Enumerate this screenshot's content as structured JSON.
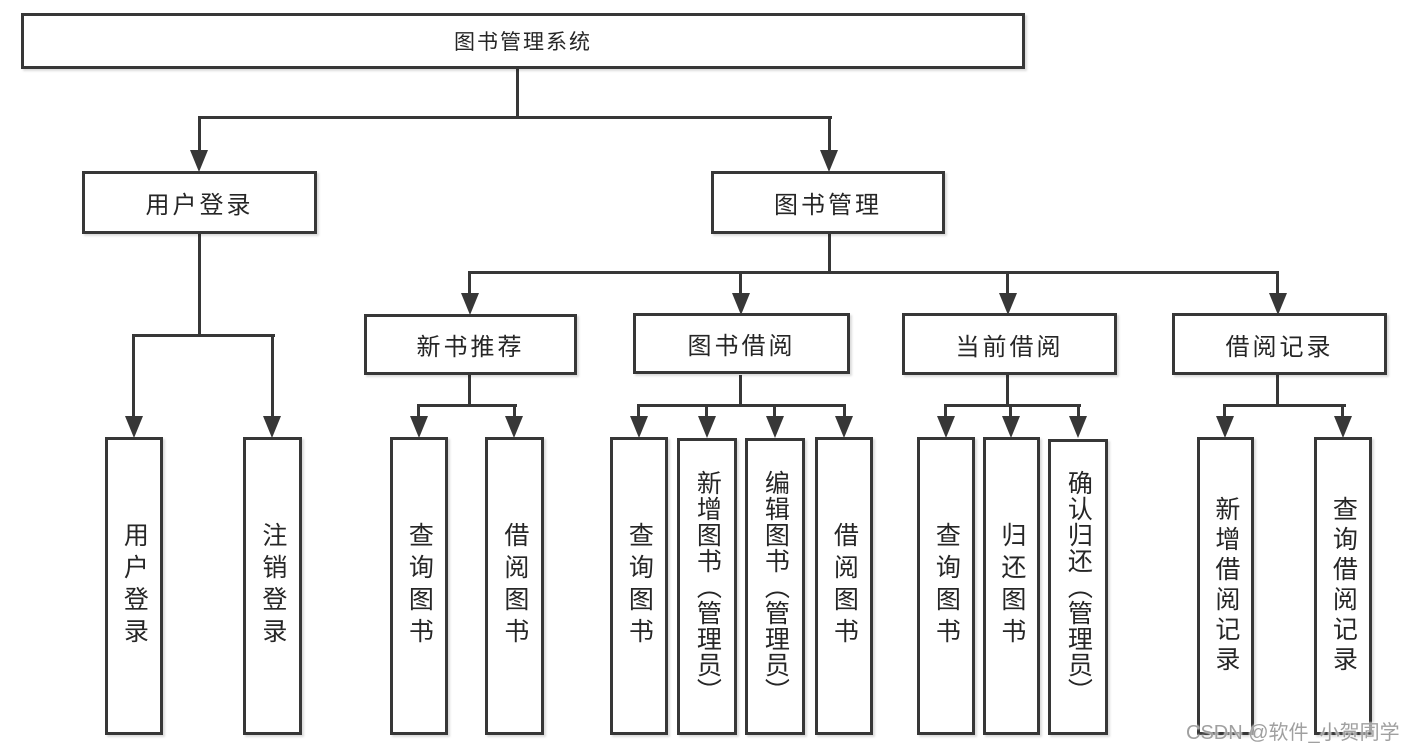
{
  "tree": {
    "root": {
      "label": "图书管理系统"
    },
    "branches": [
      {
        "label": "用户登录",
        "children": [
          {
            "label": "用户登录"
          },
          {
            "label": "注销登录"
          }
        ]
      },
      {
        "label": "图书管理",
        "children": [
          {
            "label": "新书推荐",
            "children": [
              {
                "label": "查询图书"
              },
              {
                "label": "借阅图书"
              }
            ]
          },
          {
            "label": "图书借阅",
            "children": [
              {
                "label": "查询图书"
              },
              {
                "label": "新增图书（管理员）"
              },
              {
                "label": "编辑图书（管理员）"
              },
              {
                "label": "借阅图书"
              }
            ]
          },
          {
            "label": "当前借阅",
            "children": [
              {
                "label": "查询图书"
              },
              {
                "label": "归还图书"
              },
              {
                "label": "确认归还（管理员）"
              }
            ]
          },
          {
            "label": "借阅记录",
            "children": [
              {
                "label": "新增借阅记录"
              },
              {
                "label": "查询借阅记录"
              }
            ]
          }
        ]
      }
    ]
  },
  "watermark": {
    "text": "CSDN @软件_小贺同学"
  },
  "colors": {
    "line": "#373737",
    "text": "#262626",
    "background": "#ffffff",
    "watermark": "#a0a0a0"
  }
}
